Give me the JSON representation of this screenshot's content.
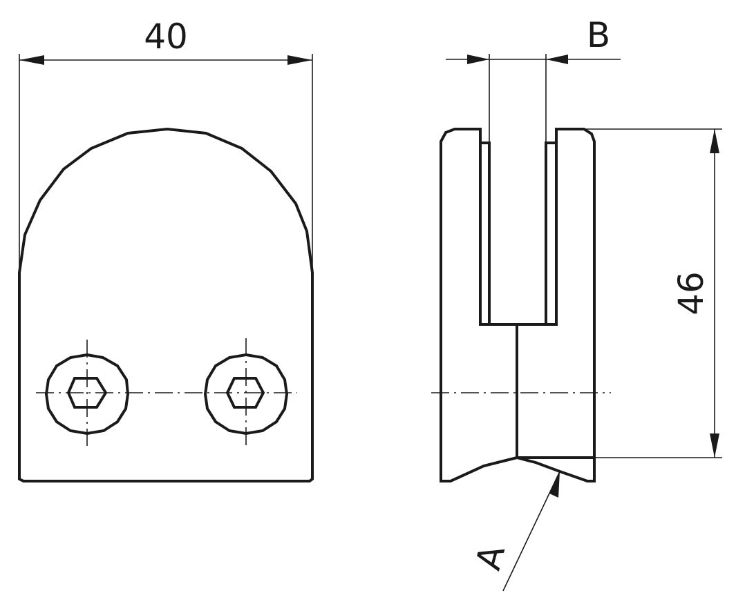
{
  "dimensions": {
    "width_label": "40",
    "slot_label": "B",
    "height_label": "46",
    "profile_label": "A"
  },
  "colors": {
    "line": "#1a1a1a",
    "background": "#ffffff"
  }
}
